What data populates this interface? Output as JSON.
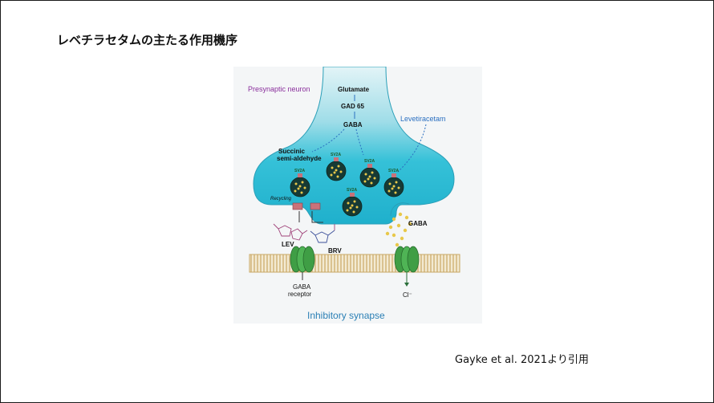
{
  "slide": {
    "title": "レベチラセタムの主たる作用機序",
    "citation": "Gayke et al. 2021より引用"
  },
  "figure": {
    "presynaptic_label": "Presynaptic neuron",
    "glutamate": "Glutamate",
    "gad65": "GAD 65",
    "gaba_top": "GABA",
    "succinic_1": "Succinic",
    "succinic_2": "semi-aldehyde",
    "levetiracetam": "Levetiracetam",
    "sv2a": "SV2A",
    "recycling": "Recycling",
    "lev": "LEV",
    "brv": "BRV",
    "gaba_release": "GABA",
    "gaba_receptor_1": "GABA",
    "gaba_receptor_2": "receptor",
    "cl": "Cl⁻",
    "synapse_title": "Inhibitory synapse"
  },
  "colors": {
    "neuron_fill": "#35c1d8",
    "neuron_top": "#d5eff4",
    "vesicle": "#163a35",
    "vesicle_dot": "#e8c84a",
    "receptor": "#3f9e45",
    "membrane": "#d9c08a",
    "presynaptic_text": "#8a2f9c",
    "levetiracetam_text": "#2a6fc0",
    "synapse_text": "#2a7fb5"
  }
}
